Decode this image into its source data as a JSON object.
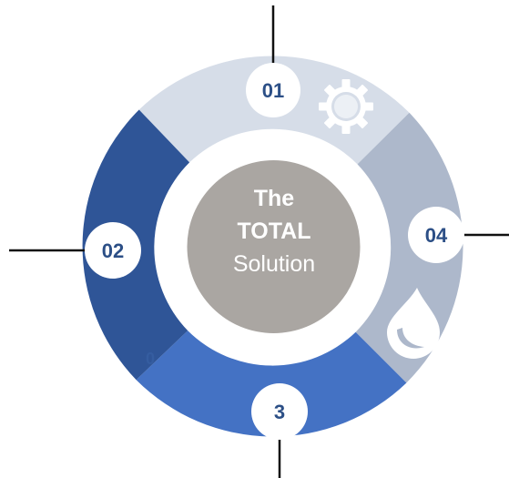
{
  "center": {
    "line1": "The",
    "line2": "TOTAL",
    "line3": "Solution"
  },
  "segments": [
    {
      "label": "01",
      "color": "#d6dde8",
      "icon": "gear-icon"
    },
    {
      "label": "04",
      "color": "#adb8cb",
      "icon": "water-drop-icon"
    },
    {
      "label": "3",
      "color": "#4472c4",
      "icon": ""
    },
    {
      "label": "02",
      "color": "#2f5597",
      "icon": ""
    }
  ],
  "faded_segment_text": "0",
  "colors": {
    "center_fill": "#aaa6a2",
    "label_text": "#2c4f86",
    "connector_line": "#111111",
    "icon_fill": "#ffffff"
  }
}
